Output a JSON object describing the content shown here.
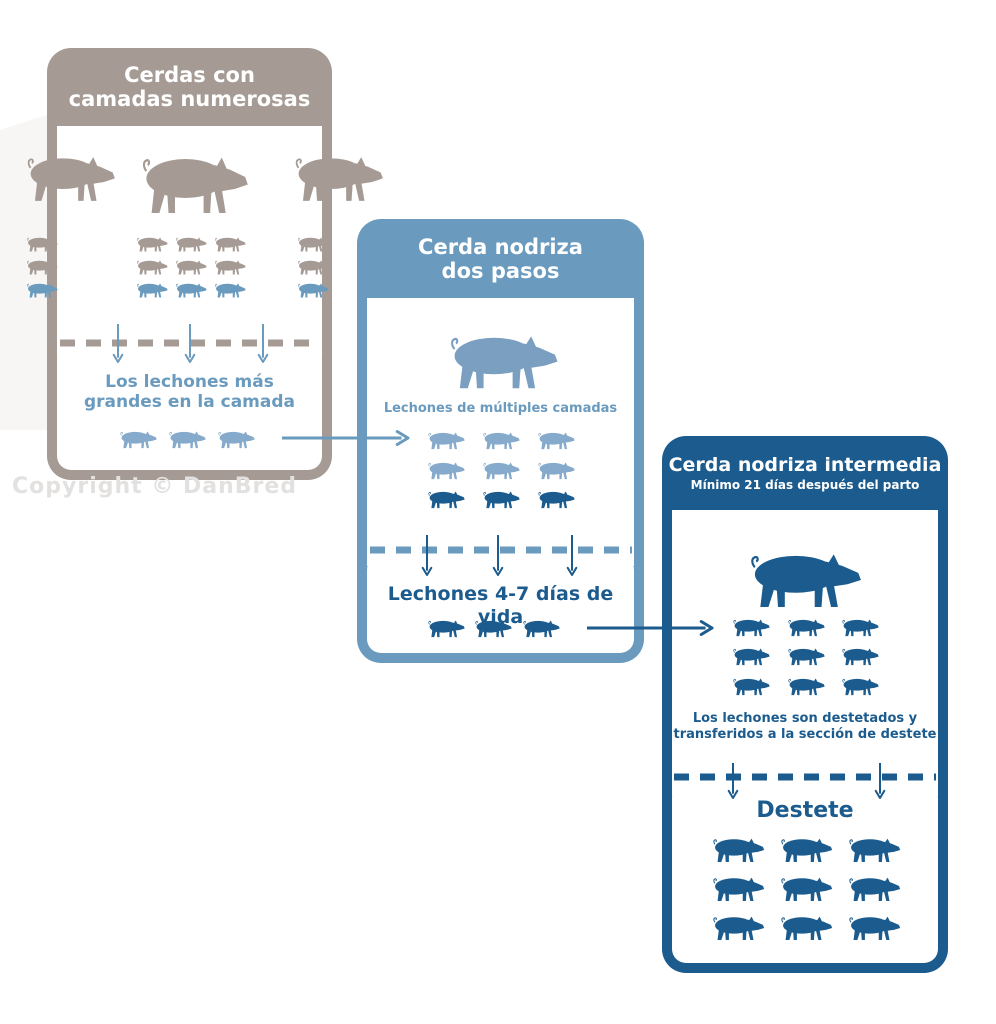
{
  "panels": {
    "large_litters": {
      "title_line1": "Cerdas con",
      "title_line2": "camadas numerosas",
      "bottom_label_line1": "Los lechones más",
      "bottom_label_line2": "grandes en la camada"
    },
    "two_step": {
      "title_line1": "Cerda nodriza",
      "title_line2": "dos pasos",
      "middle_label": "Lechones de múltiples camadas",
      "bottom_label": "Lechones 4-7 días de vida"
    },
    "intermediate": {
      "title": "Cerda nodriza intermedia",
      "subtitle": "Mínimo 21 días después del parto",
      "middle_label_line1": "Los lechones son destetados y",
      "middle_label_line2": "transferidos a la sección de destete"
    },
    "weaning": {
      "title": "Destete"
    }
  },
  "watermark": "Copyright © DanBred",
  "colors": {
    "taupe": "#a69b94",
    "taupe_light": "#b7aea8",
    "steel": "#6a9bbe",
    "steel_light": "#86aacb",
    "navy": "#1b5b8e"
  }
}
